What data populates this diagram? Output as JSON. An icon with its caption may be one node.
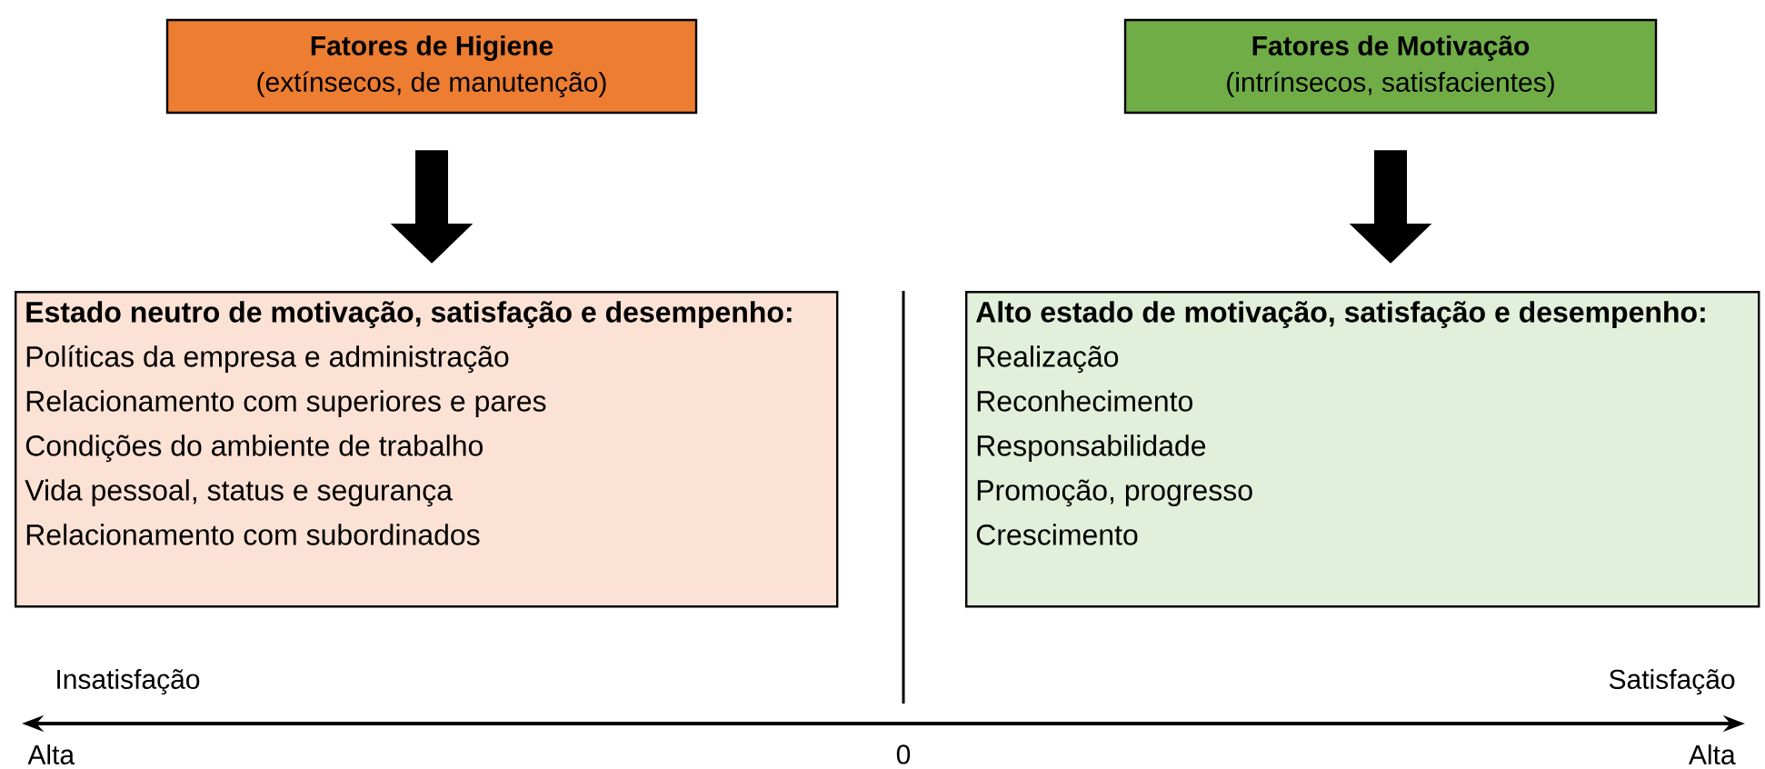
{
  "diagram": {
    "nodes": [
      {
        "text": [
          "Fatores de Higiene",
          "(extínsecos, de manutenção)"
        ]
      },
      {
        "text": [
          "Fatores de Motivação",
          "(intrínsecos, satisfacientes)"
        ]
      },
      {
        "text": [
          "Estado neutro de motivação, satisfação e desempenho:",
          "Políticas da empresa e administração",
          "Relacionamento com superiores e pares",
          "Condições do ambiente de trabalho",
          "Vida pessoal, status e segurança",
          "Relacionamento com subordinados"
        ]
      },
      {
        "text": [
          "Alto estado de motivação, satisfação e desempenho:",
          "Realização",
          "Reconhecimento",
          "Responsabilidade",
          "Promoção, progresso",
          "Crescimento"
        ]
      }
    ],
    "edges": [
      {
        "from": 0,
        "to": 2,
        "arrow": "to"
      },
      {
        "from": 1,
        "to": 3,
        "arrow": "to"
      }
    ],
    "labels": [
      "Insatisfação",
      "Satisfação",
      "Alta",
      "0",
      "Alta"
    ]
  }
}
